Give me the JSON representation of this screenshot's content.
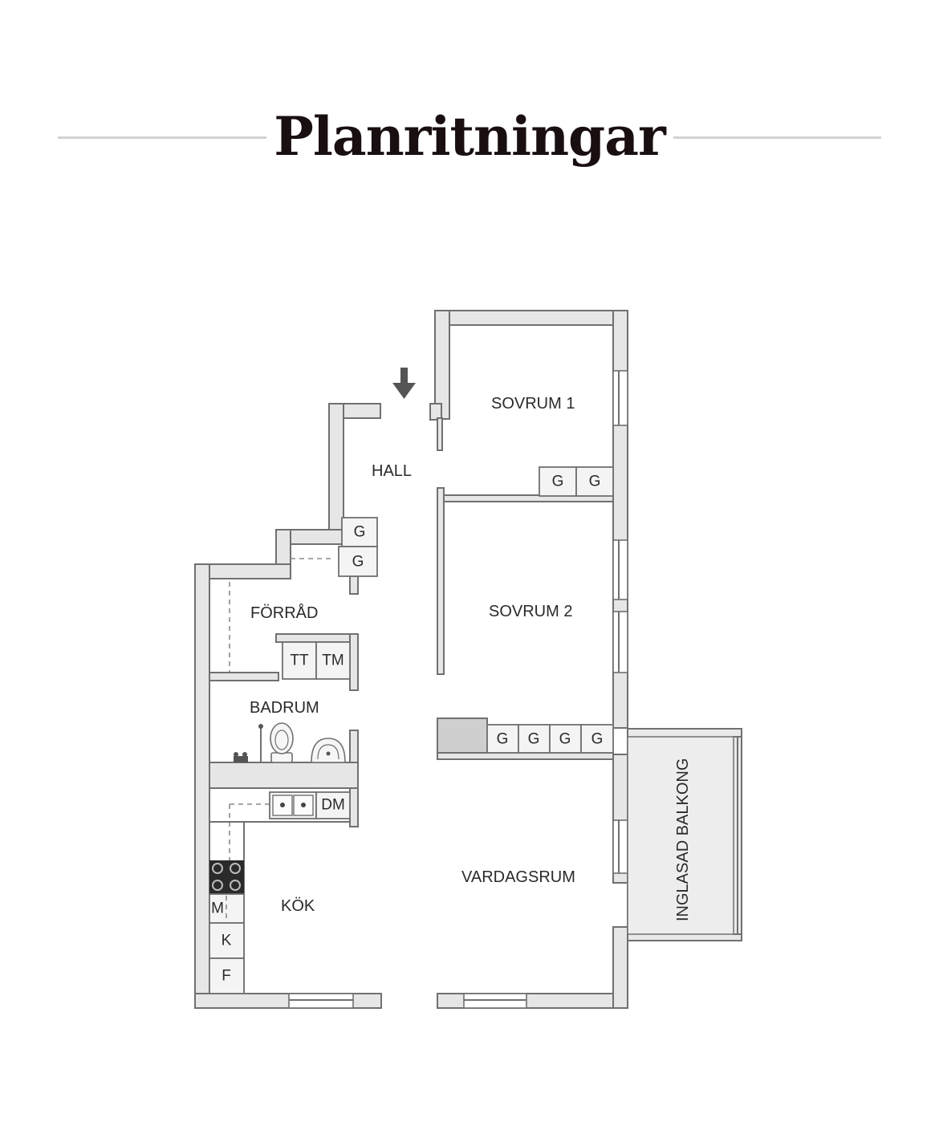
{
  "title": "Planritningar",
  "rooms": {
    "sovrum1": "SOVRUM 1",
    "hall": "HALL",
    "sovrum2": "SOVRUM 2",
    "forrad": "FÖRRÅD",
    "badrum": "BADRUM",
    "kok": "KÖK",
    "vardagsrum": "VARDAGSRUM",
    "balkong": "INGLASAD BALKONG"
  },
  "fixtures": {
    "garderob": "G",
    "torktumlare": "TT",
    "tvattmaskin": "TM",
    "diskmaskin": "DM",
    "mikro": "M",
    "kyl": "K",
    "frys": "F"
  }
}
